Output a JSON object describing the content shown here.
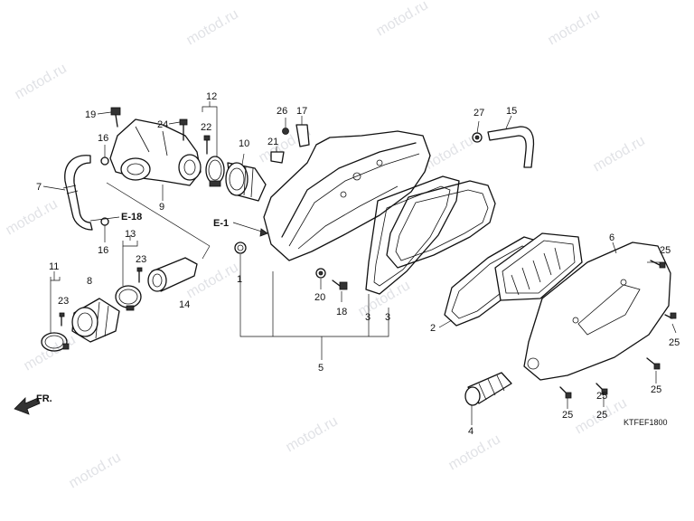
{
  "watermark": "motod.ru",
  "diagram_code": "KTFEF1800",
  "direction_label": "FR.",
  "ref_labels": {
    "e18": "E-18",
    "e1": "E-1"
  },
  "callouts": {
    "n1": "1",
    "n2": "2",
    "n3a": "3",
    "n3b": "3",
    "n4": "4",
    "n5": "5",
    "n6": "6",
    "n7": "7",
    "n8": "8",
    "n9": "9",
    "n10": "10",
    "n11": "11",
    "n12": "12",
    "n13": "13",
    "n14": "14",
    "n15": "15",
    "n16a": "16",
    "n16b": "16",
    "n17": "17",
    "n18": "18",
    "n19": "19",
    "n20": "20",
    "n21": "21",
    "n22": "22",
    "n23a": "23",
    "n23b": "23",
    "n24": "24",
    "n25a": "25",
    "n25b": "25",
    "n25c": "25",
    "n25d": "25",
    "n25e": "25",
    "n25f": "25",
    "n26": "26",
    "n27": "27"
  }
}
